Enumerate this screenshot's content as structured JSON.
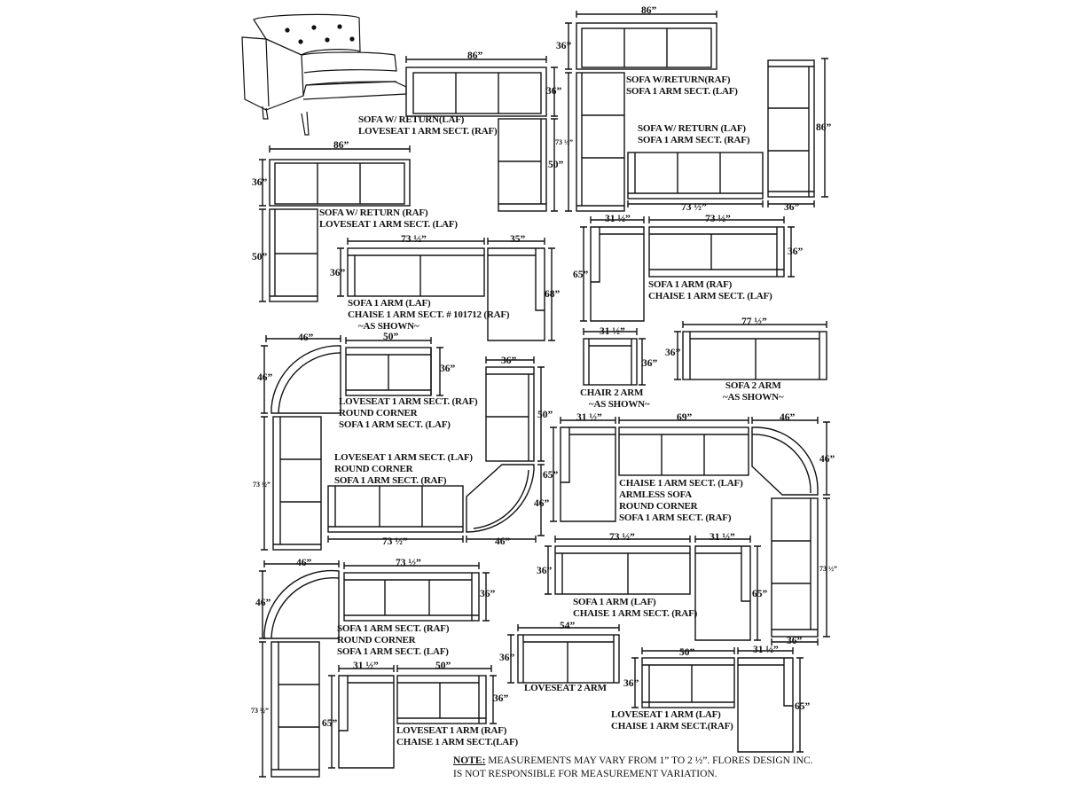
{
  "captions": {
    "c1": [
      "SOFA W/ RETURN(LAF)",
      "LOVESEAT 1 ARM SECT. (RAF)"
    ],
    "c2": [
      "SOFA W/RETURN(RAF)",
      "SOFA 1 ARM SECT. (LAF)"
    ],
    "c3": [
      "SOFA W/ RETURN (LAF)",
      "SOFA 1 ARM SECT. (RAF)"
    ],
    "c4": [
      "SOFA W/ RETURN (RAF)",
      "LOVESEAT 1 ARM SECT. (LAF)"
    ],
    "c5": [
      "SOFA 1 ARM (LAF)",
      "CHAISE 1 ARM SECT. # 101712 (RAF)",
      "~AS SHOWN~"
    ],
    "c6": [
      "SOFA 1 ARM (RAF)",
      "CHAISE 1 ARM SECT. (LAF)"
    ],
    "c7": [
      "CHAIR 2 ARM",
      "~AS SHOWN~"
    ],
    "c8": [
      "SOFA 2 ARM",
      "~AS SHOWN~"
    ],
    "c9": [
      "LOVESEAT 1 ARM SECT. (RAF)",
      "ROUND CORNER",
      "SOFA 1 ARM SECT. (LAF)"
    ],
    "c10": [
      "LOVESEAT 1 ARM SECT. (LAF)",
      "ROUND CORNER",
      "SOFA 1 ARM SECT. (RAF)"
    ],
    "c11": [
      "CHAISE 1 ARM SECT. (LAF)",
      "ARMLESS SOFA",
      "ROUND CORNER",
      "SOFA 1 ARM SECT. (RAF)"
    ],
    "c12": [
      "SOFA 1 ARM (LAF)",
      "CHAISE 1 ARM SECT. (RAF)"
    ],
    "c13": [
      "SOFA 1 ARM SECT. (RAF)",
      "ROUND CORNER",
      "SOFA 1 ARM SECT. (LAF)"
    ],
    "c14": [
      "LOVESEAT 2 ARM"
    ],
    "c15": [
      "LOVESEAT 1 ARM (RAF)",
      "CHAISE 1 ARM SECT.(LAF)"
    ],
    "c16": [
      "LOVESEAT 1 ARM (LAF)",
      "CHAISE 1 ARM SECT.(RAF)"
    ]
  },
  "dims": {
    "d86a": "86”",
    "d36a": "36”",
    "d86b": "86”",
    "d36b": "36”",
    "d50a": "50”",
    "d86c": "86”",
    "d36c": "36”",
    "d50b": "50”",
    "d73t": "73 ½”",
    "d73h": "73 ½”",
    "d86v": "86”",
    "d36d": "36”",
    "d73e": "73 ½”",
    "d35": "35”",
    "d36e": "36”",
    "d68": "68”",
    "d31a": "31 ½”",
    "d73f": "73 ½”",
    "d65a": "65”",
    "d36f": "36”",
    "d31b": "31 ½”",
    "d36g": "36”",
    "d77": "77 ½”",
    "d36h": "36”",
    "d46a": "46”",
    "d46b": "46”",
    "d50c": "50”",
    "d36i": "36”",
    "d73g": "73 ½”",
    "d36j": "36”",
    "d50d": "50”",
    "d46c": "46”",
    "d73k": "73 ½”",
    "d46d": "46”",
    "d31c": "31 ½”",
    "d69": "69”",
    "d65b": "65”",
    "d46e": "46”",
    "d46f": "46”",
    "d73l": "73 ½”",
    "d36k": "36”",
    "d73m": "73 ½”",
    "d36l": "36”",
    "d31d": "31 ½”",
    "d65c": "65”",
    "d46g": "46”",
    "d46h": "46”",
    "d73n": "73 ½”",
    "d36m": "36”",
    "d73o": "73 ½”",
    "d54": "54”",
    "d36n": "36”",
    "d31e": "31 ½”",
    "d50e": "50”",
    "d65d": "65”",
    "d36o": "36”",
    "d50f": "50”",
    "d36p": "36”",
    "d31f": "31 ½”",
    "d65e": "65”"
  },
  "note": {
    "heading": "NOTE:",
    "line1": " MEASUREMENTS MAY VARY FROM 1” TO 2 ½”. FLORES DESIGN INC.",
    "line2": "IS NOT RESPONSIBLE FOR MEASUREMENT VARIATION."
  }
}
